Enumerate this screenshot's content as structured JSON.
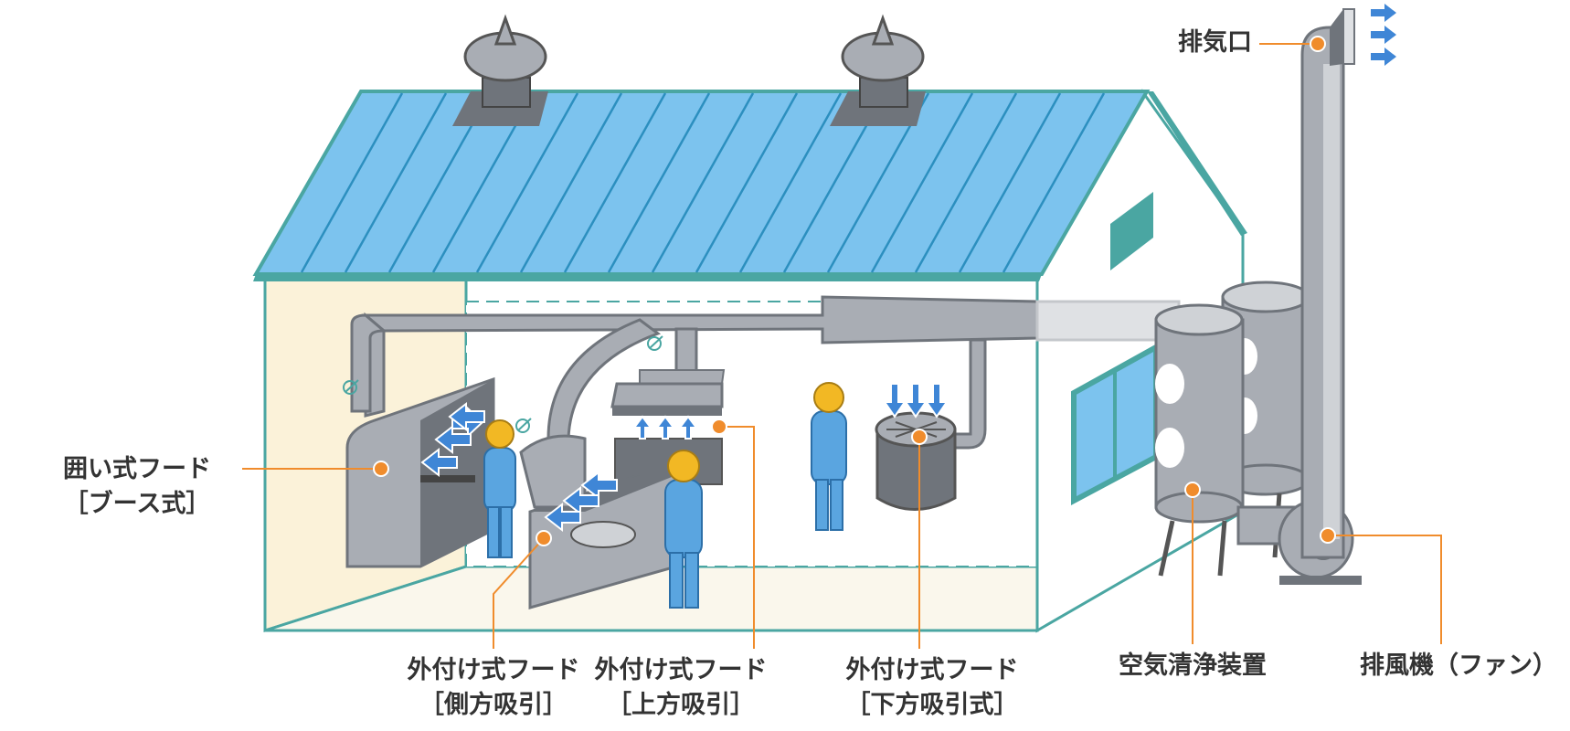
{
  "colors": {
    "roof": "#7cc3ee",
    "roof_dark": "#2c8fbf",
    "wall_side": "#fbf2d9",
    "floor": "#faf7ec",
    "outline": "#4aa6a2",
    "equipment": "#a9adb4",
    "equipment_dark": "#6f747b",
    "worker": "#5aa5e0",
    "helmet": "#f2b824",
    "arrow": "#3f86d6",
    "callout": "#f08c2c",
    "label_text": "#333333",
    "window": "#7cc3ee"
  },
  "labels": {
    "exhaust_outlet": "排気口",
    "enclosure_hood": {
      "line1": "囲い式フード",
      "line2": "［ブース式］"
    },
    "ext_hood_side": {
      "line1": "外付け式フード",
      "line2": "［側方吸引］"
    },
    "ext_hood_top": {
      "line1": "外付け式フード",
      "line2": "［上方吸引］"
    },
    "ext_hood_bottom": {
      "line1": "外付け式フード",
      "line2": "［下方吸引式］"
    },
    "air_cleaner": "空気清浄装置",
    "exhaust_fan": "排風機（ファン）"
  },
  "icons": {
    "airflow": "arrow-icon",
    "worker": "worker-icon",
    "ventilator": "roof-ventilator-icon",
    "damper": "damper-icon"
  }
}
